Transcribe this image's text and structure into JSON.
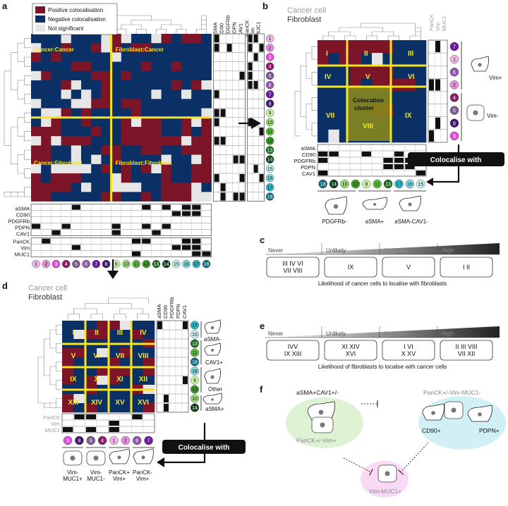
{
  "panel_labels": [
    "a",
    "b",
    "c",
    "d",
    "e",
    "f"
  ],
  "colors": {
    "positive": "#7c1528",
    "negative": "#0b3066",
    "notsig": "#e6e6e6",
    "highlight": "#f6e41c",
    "cluster": "#8a8a1c"
  },
  "legend": [
    "Positive colocalisation",
    "Negative colocalisation",
    "Not significant"
  ],
  "fibro_markers": [
    "aSMA",
    "CD90",
    "PDGFRb",
    "PDPN",
    "CAV1"
  ],
  "cancer_markers": [
    "PanCK",
    "Vim",
    "MUC1"
  ],
  "a": {
    "quadrants": [
      "Cancer:Cancer",
      "Fibroblast:Cancer",
      "Cancer:Fibroblast",
      "Fibroblast:Fibroblast"
    ],
    "bottom_numbers": [
      "1",
      "2",
      "3",
      "4",
      "5",
      "6",
      "7",
      "8",
      "9",
      "10",
      "11",
      "12",
      "13",
      "14",
      "15",
      "16",
      "17",
      "18"
    ]
  },
  "b": {
    "title_cancer": "Cancer cell",
    "title_fibro": "Fibroblast",
    "roman": [
      "I",
      "II",
      "III",
      "IV",
      "V",
      "VI",
      "VII",
      "VIII",
      "IX"
    ],
    "cluster_label": "Colocation cluster",
    "right_numbers": [
      "7",
      "1",
      "6",
      "2",
      "4",
      "5",
      "8",
      "3"
    ],
    "right_labels": [
      "Vim+",
      "Vim-"
    ],
    "colocalise": "Colocalise with",
    "bottom_numbers": [
      "18",
      "14",
      "10",
      "12",
      "9",
      "11",
      "13",
      "17",
      "16",
      "15"
    ],
    "bottom_labels": [
      "PDGFRb-",
      "aSMA+",
      "aSMA-CAV1-"
    ]
  },
  "c": {
    "levels": [
      "Never",
      "Unlikely",
      "Moderate",
      "High"
    ],
    "groups": [
      [
        "III  IV  VI",
        "VII  VIII"
      ],
      [
        "IX"
      ],
      [
        "V"
      ],
      [
        "I    II"
      ]
    ],
    "caption": "Likelihood of cancer cells to localise with fibroblasts"
  },
  "d": {
    "title_cancer": "Cancer cell",
    "title_fibro": "Fibroblast",
    "roman": [
      "I",
      "II",
      "III",
      "IV",
      "V",
      "VI",
      "VII",
      "VIII",
      "IX",
      "X",
      "XI",
      "XII",
      "XIII",
      "XIV",
      "XV",
      "XVI"
    ],
    "right_numbers": [
      "17",
      "15",
      "13",
      "11",
      "18",
      "16",
      "9",
      "12",
      "10",
      "14"
    ],
    "right_labels": [
      "aSMA-",
      "CAV1+",
      "Other",
      "aSMA+"
    ],
    "colocalise": "Colocalise with",
    "bottom_numbers": [
      "3",
      "8",
      "5",
      "4",
      "1",
      "2",
      "6",
      "7"
    ],
    "bottom_labels": [
      "Vim-\nMUC1+",
      "Vim-\nMUC1-",
      "PanCK+\nVim+",
      "PanCK-\nVim+"
    ]
  },
  "e": {
    "levels": [
      "Never",
      "Unlikely",
      "Moderate",
      "High"
    ],
    "groups": [
      [
        "IVV",
        "IX  XIII"
      ],
      [
        "XI  XIV",
        "XVI"
      ],
      [
        "I    VI",
        "X    XV"
      ],
      [
        "II   III  VIII",
        "VII  XII"
      ]
    ],
    "caption": "Likelihood of fibroblasts to localise with cancer cells"
  },
  "f": {
    "labels": [
      "aSMA+CAV1+/-",
      "PanCK+/-Vim+",
      "PanCK+/-Vim-MUC1-",
      "CD90+",
      "PDPN+",
      "Vim-MUC1+"
    ]
  }
}
